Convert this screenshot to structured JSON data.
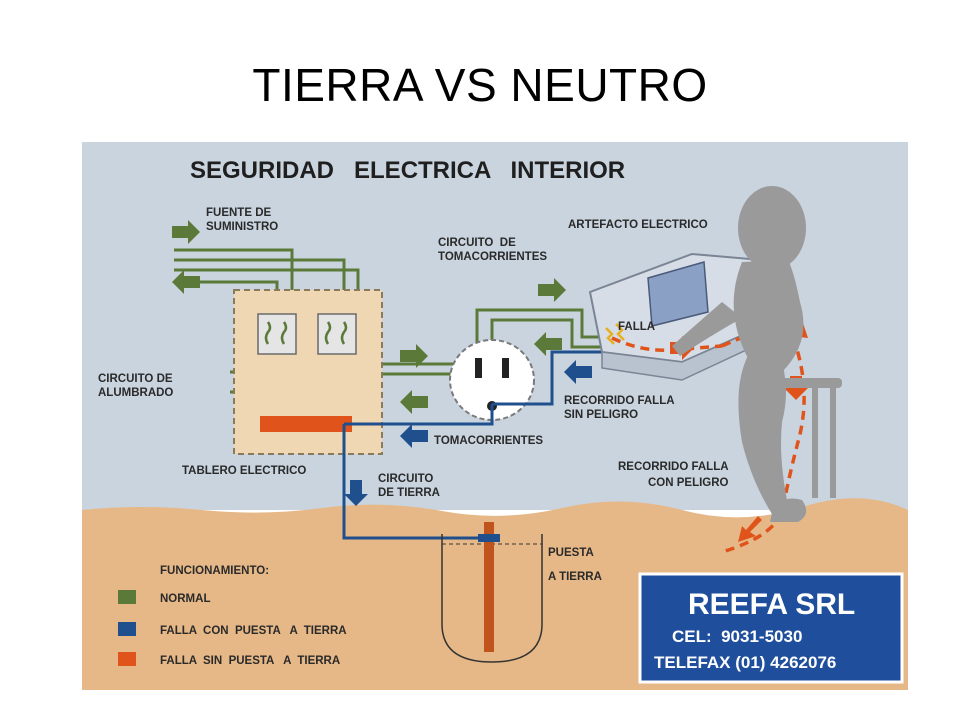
{
  "slide": {
    "title": "TIERRA VS NEUTRO"
  },
  "diagram": {
    "heading": "SEGURIDAD   ELECTRICA   INTERIOR",
    "labels": {
      "fuente_1": "FUENTE DE",
      "fuente_2": "SUMINISTRO",
      "circuito_toma_1": "CIRCUITO  DE",
      "circuito_toma_2": "TOMACORRIENTES",
      "artefacto": "ARTEFACTO ELECTRICO",
      "falla": "FALLA",
      "alumbrado_1": "CIRCUITO DE",
      "alumbrado_2": "ALUMBRADO",
      "recorrido_sin_1": "RECORRIDO FALLA",
      "recorrido_sin_2": "SIN PELIGRO",
      "tomacorrientes": "TOMACORRIENTES",
      "tablero": "TABLERO ELECTRICO",
      "circuito_tierra_1": "CIRCUITO",
      "circuito_tierra_2": "DE TIERRA",
      "recorrido_con_1": "RECORRIDO FALLA",
      "recorrido_con_2": "CON PELIGRO",
      "puesta_1": "PUESTA",
      "puesta_2": "A TIERRA"
    },
    "legend": {
      "title": "FUNCIONAMIENTO:",
      "items": [
        {
          "label": "NORMAL",
          "color": "#5b7a3a"
        },
        {
          "label": "FALLA  CON  PUESTA   A  TIERRA",
          "color": "#1f4f8c"
        },
        {
          "label": "FALLA  SIN  PUESTA   A  TIERRA",
          "color": "#e0541c"
        }
      ]
    },
    "brand": {
      "name": "REEFA SRL",
      "cel": "CEL:  9031-5030",
      "telefax": "TELEFAX (01) 4262076"
    },
    "colors": {
      "sky": "#c9d4df",
      "ground": "#e6b887",
      "normal": "#5b7a3a",
      "grounded_fault": "#1f4f8c",
      "ungrounded_fault": "#e0541c",
      "brand_box": "#1f4f9c",
      "person": "#9a9a9a"
    }
  }
}
